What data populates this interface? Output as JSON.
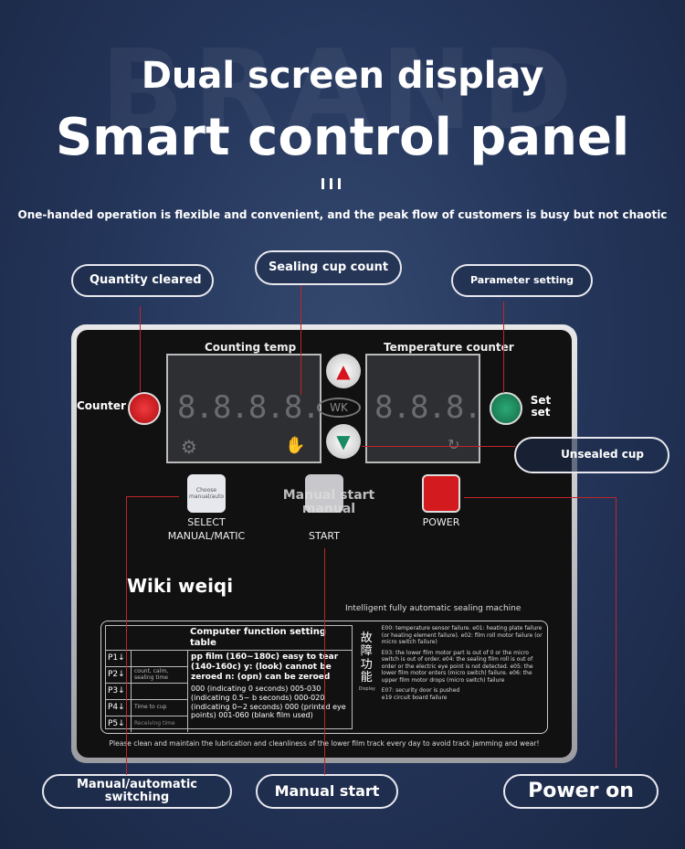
{
  "headline": "Dual screen display",
  "title": "Smart control panel",
  "subtitle": "One-handed operation is flexible and convenient, and the peak flow of customers is busy but not chaotic",
  "callouts": {
    "quantity_cleared": "Quantity cleared",
    "sealing_cup_count": "Sealing cup count",
    "parameter_setting": "Parameter setting",
    "counter": "Counter",
    "set": "Set set",
    "unsealed_cup": "Unsealed cup",
    "manual_auto_switching": "Manual/automatic switching",
    "manual_start": "Manual start",
    "power_on": "Power on",
    "manual_start_overlay": "Manual start manual",
    "brand": "Wiki weiqi"
  },
  "panel": {
    "left_display_label": "Counting temp",
    "right_display_label": "Temperature counter",
    "left_digits": "8.8.8.8.",
    "right_digits": "8.8.8.",
    "logo": "WK",
    "select_key_text": "Choose manual/auto",
    "select_label_1": "SELECT",
    "select_label_2": "MANUAL/MATIC",
    "start_label": "START",
    "power_label": "POWER",
    "machine_name": "Intelligent fully automatic sealing machine",
    "table_title": "Computer function setting table",
    "table_rows": [
      {
        "key": "P1↓",
        "desc": ""
      },
      {
        "key": "P2↓",
        "desc": "count, calm, sealing time"
      },
      {
        "key": "P3↓",
        "desc": ""
      },
      {
        "key": "P4↓",
        "desc": "Time to cup"
      },
      {
        "key": "P5↓",
        "desc": "Receiving time"
      }
    ],
    "table_text_1": "pp film (160~180c) easy to tear (140-160c) y: (look) cannot be zeroed n: (opn) can be zeroed",
    "table_text_2": "000 (indicating 0 seconds) 005-030 (indicating 0.5~ b seconds) 000-020 (indicating 0~2 seconds) 000 (printed eye points) 001-060 (blank film used)",
    "fault_title": "故障功能",
    "fault_sub": "Display",
    "fault_1": "E00: temperature sensor failure. e01: heating plate failure (or heating element failure). e02: film roll motor failure (or micro switch failure)",
    "fault_2": "E03: the lower film motor part is out of 0 or the micro switch is out of order. e04: the sealing film roll is out of order or the electric eye point is not detected. e05: the lower film motor enters (micro switch) failure. e06: the upper film motor drops (micro switch) failure",
    "fault_3": "E07: security door is pushed e19 circuit board failure",
    "footer": "Please clean and maintain the lubrication and cleanliness of the lower film track every day to avoid track jamming and wear!"
  },
  "colors": {
    "accent_red": "#c0262a",
    "up_arrow": "#d7141d",
    "down_arrow": "#1a8a66",
    "green_button": "#1d8a5c",
    "red_button": "#d31a1e"
  }
}
